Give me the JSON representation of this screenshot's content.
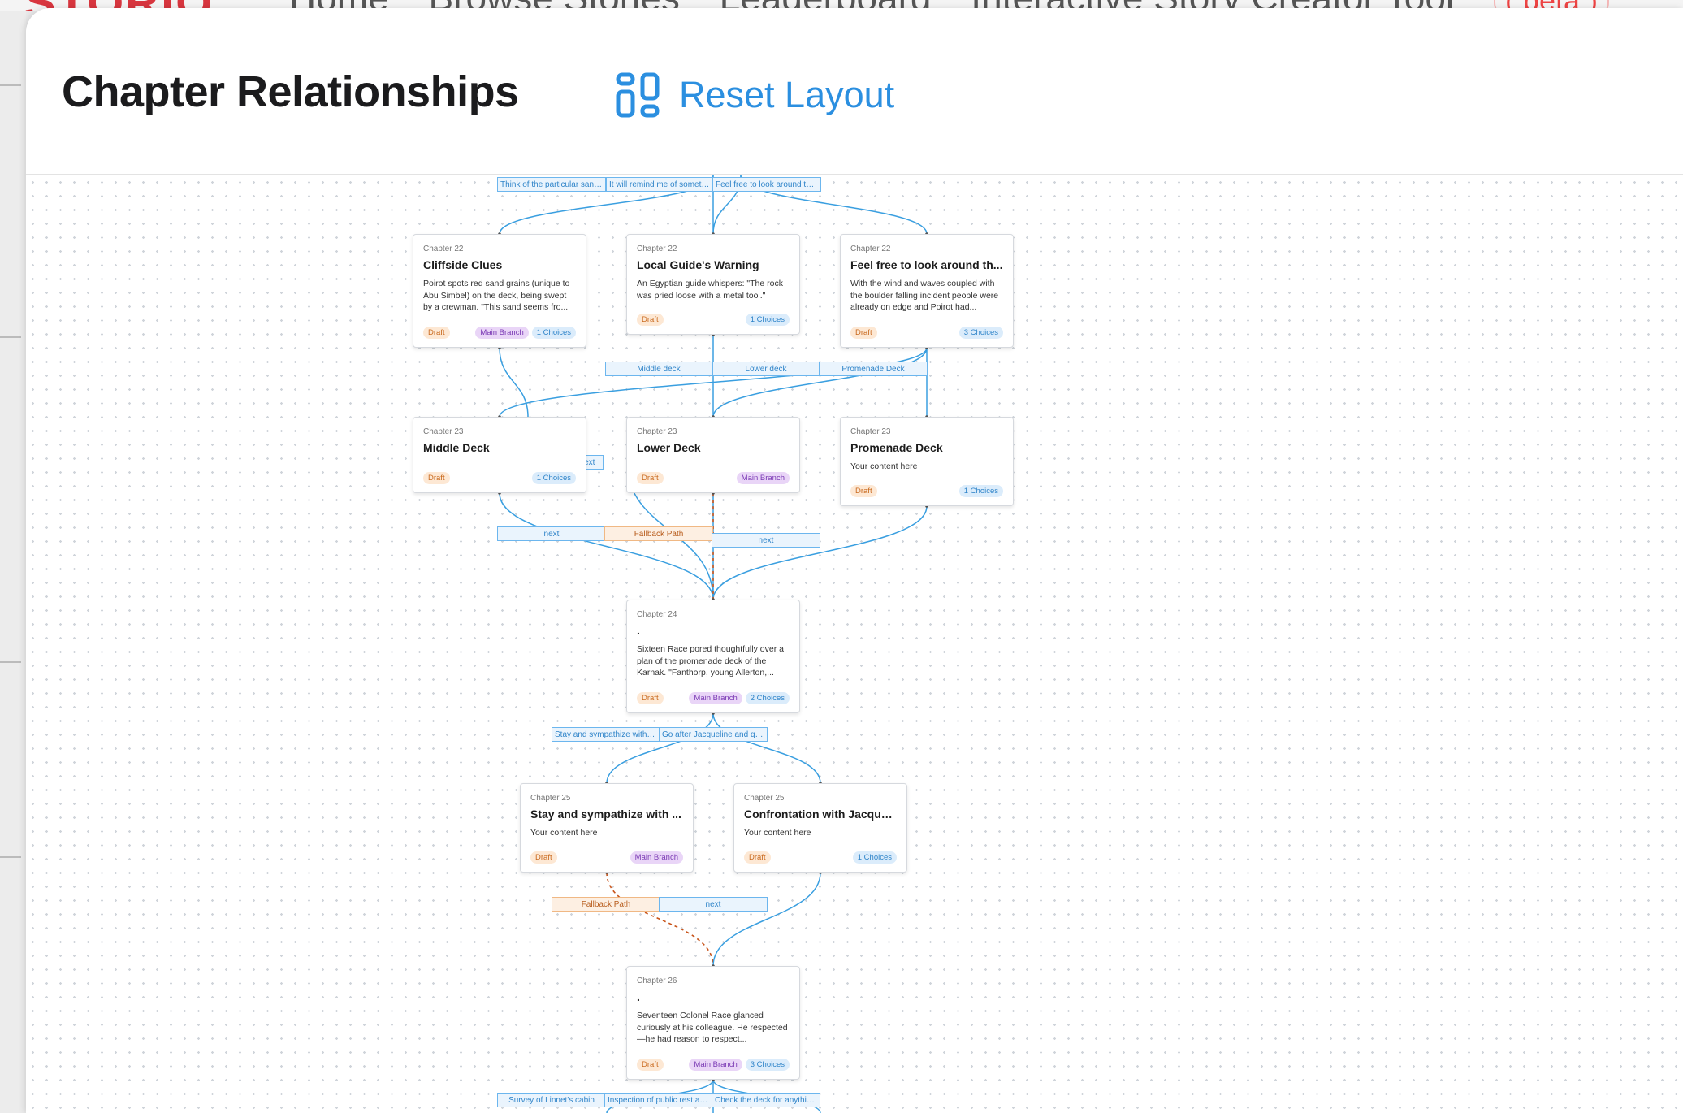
{
  "background": {
    "logo": "STORIO",
    "nav": [
      "Home",
      "Browse Stories",
      "Leaderboard",
      "Interactive Story Creator Tool"
    ],
    "beta": "( beta )"
  },
  "modal": {
    "title": "Chapter Relationships",
    "reset_label": "Reset Layout"
  },
  "colors": {
    "accent": "#2b8fe0",
    "edge": "#3a9fe0",
    "fallback_edge": "#c8541a"
  },
  "tags": {
    "draft": "Draft",
    "main_branch": "Main Branch"
  },
  "nodes": [
    {
      "chapter": "Chapter 22",
      "title": "Cliffside Clues",
      "body": "Poirot spots red sand grains (unique to Abu Simbel) on the deck, being swept by a crewman. \"This sand seems fro...",
      "main_branch": true,
      "choices": "1 Choices"
    },
    {
      "chapter": "Chapter 22",
      "title": "Local Guide's Warning",
      "body": "An Egyptian guide whispers: \"The rock was pried loose with a metal tool.\"",
      "main_branch": false,
      "choices": "1 Choices"
    },
    {
      "chapter": "Chapter 22",
      "title": "Feel free to look around th...",
      "body": "With the wind and waves coupled with the boulder falling incident people were already on edge and Poirot had...",
      "main_branch": false,
      "choices": "3 Choices"
    },
    {
      "chapter": "Chapter 23",
      "title": "Middle Deck",
      "body": "",
      "main_branch": false,
      "choices": "1 Choices"
    },
    {
      "chapter": "Chapter 23",
      "title": "Lower Deck",
      "body": "",
      "main_branch": true,
      "choices": ""
    },
    {
      "chapter": "Chapter 23",
      "title": "Promenade Deck",
      "body": "Your content here",
      "main_branch": false,
      "choices": "1 Choices"
    },
    {
      "chapter": "Chapter 24",
      "title": ".",
      "body": "Sixteen Race pored thoughtfully over a plan of the promenade deck of the Karnak. \"Fanthorp, young Allerton,...",
      "main_branch": true,
      "choices": "2 Choices"
    },
    {
      "chapter": "Chapter 25",
      "title": "Stay and sympathize with ...",
      "body": "Your content here",
      "main_branch": true,
      "choices": ""
    },
    {
      "chapter": "Chapter 25",
      "title": "Confrontation with Jacquel...",
      "body": "Your content here",
      "main_branch": false,
      "choices": "1 Choices"
    },
    {
      "chapter": "Chapter 26",
      "title": ".",
      "body": "Seventeen Colonel Race glanced curiously at his colleague. He respected—he had reason to respect...",
      "main_branch": true,
      "choices": "3 Choices"
    }
  ],
  "edge_labels": [
    {
      "text": "Think of the particular sand ...",
      "kind": "choice"
    },
    {
      "text": "It will remind me of somethi...",
      "kind": "choice"
    },
    {
      "text": "Feel free to look around the ...",
      "kind": "choice"
    },
    {
      "text": "Middle deck",
      "kind": "choice"
    },
    {
      "text": "Lower deck",
      "kind": "choice"
    },
    {
      "text": "Promenade Deck",
      "kind": "choice"
    },
    {
      "text": "next",
      "kind": "choice"
    },
    {
      "text": "next",
      "kind": "choice"
    },
    {
      "text": "Fallback Path",
      "kind": "fallback"
    },
    {
      "text": "next",
      "kind": "choice"
    },
    {
      "text": "Stay and sympathize with Si...",
      "kind": "choice"
    },
    {
      "text": "Go after Jacqueline and que...",
      "kind": "choice"
    },
    {
      "text": "Fallback Path",
      "kind": "fallback"
    },
    {
      "text": "next",
      "kind": "choice"
    },
    {
      "text": "Survey of Linnet's cabin",
      "kind": "choice"
    },
    {
      "text": "Inspection of public rest are...",
      "kind": "choice"
    },
    {
      "text": "Check the deck for anything...",
      "kind": "choice"
    }
  ]
}
